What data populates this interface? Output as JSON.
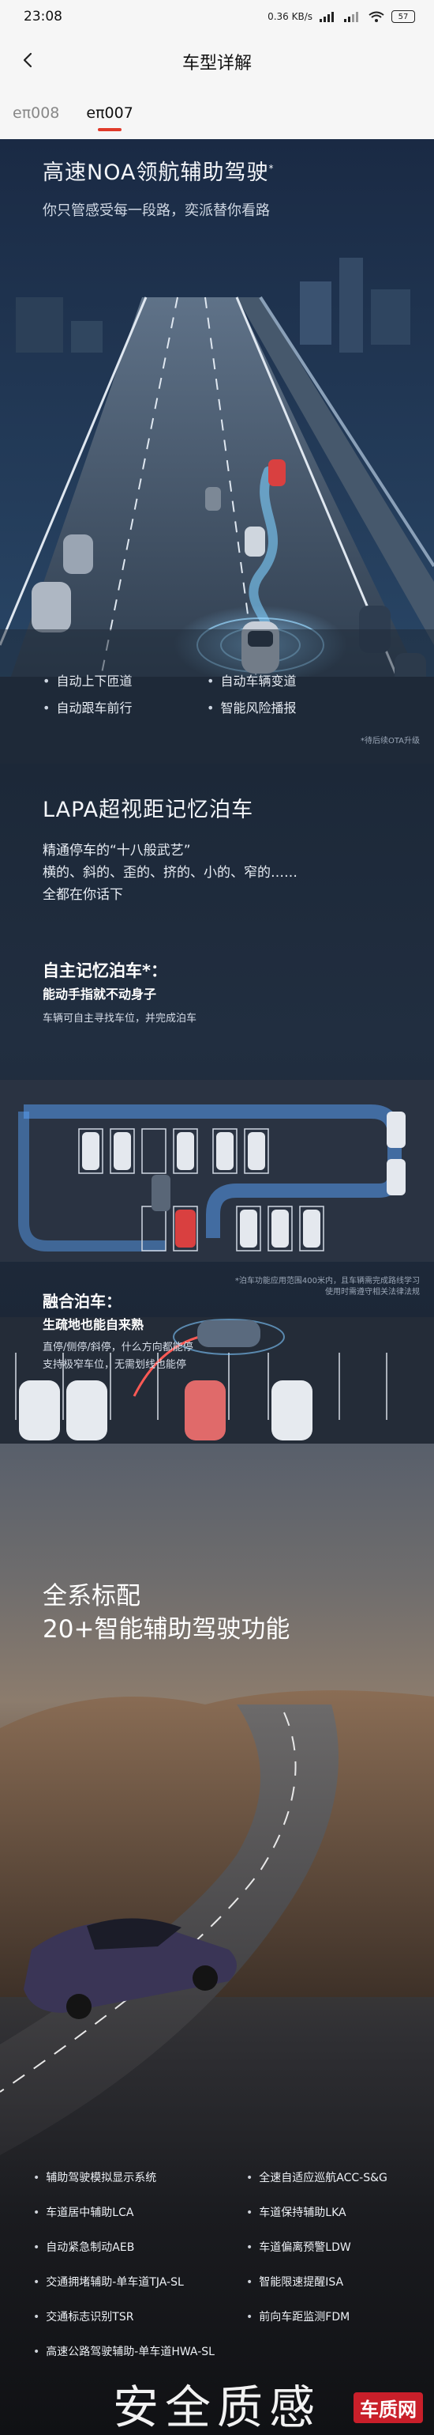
{
  "status": {
    "time": "23:08",
    "net_speed": "0.36 KB/s",
    "battery": "57"
  },
  "nav": {
    "title": "车型详解"
  },
  "tabs": [
    {
      "label": "eπ008"
    },
    {
      "label": "eπ007"
    }
  ],
  "noa": {
    "title": "高速NOA领航辅助驾驶",
    "title_mark": "*",
    "subtitle": "你只管感受每一段路，奕派替你看路",
    "features": [
      "自动上下匝道",
      "自动车辆变道",
      "自动跟车前行",
      "智能风险播报"
    ],
    "footnote": "*待后续OTA升级"
  },
  "lapa": {
    "title": "LAPA超视距记忆泊车",
    "intro_lines": [
      "精通停车的“十八般武艺”",
      "横的、斜的、歪的、挤的、小的、窄的……",
      "全都在你话下"
    ],
    "memory": {
      "title": "自主记忆泊车*：",
      "subtitle": "能动手指就不动身子",
      "desc": "车辆可自主寻找车位，并完成泊车",
      "note_lines": [
        "*泊车功能应用范围400米内，且车辆需完成路线学习",
        "使用时需遵守相关法律法规"
      ]
    },
    "fusion": {
      "title": "融合泊车：",
      "subtitle": "生疏地也能自来熟",
      "desc_lines": [
        "直停/侧停/斜停，什么方向都能停",
        "支持极窄车位，无需划线也能停"
      ]
    }
  },
  "adas": {
    "title_lines": [
      "全系标配",
      "20+智能辅助驾驶功能"
    ],
    "left_items": [
      "辅助驾驶模拟显示系统",
      "车道居中辅助LCA",
      "自动紧急制动AEB",
      "交通拥堵辅助-单车道TJA-SL",
      "交通标志识别TSR",
      "高速公路驾驶辅助-单车道HWA-SL"
    ],
    "right_items": [
      "全速自适应巡航ACC-S&G",
      "车道保持辅助LKA",
      "车道偏离预警LDW",
      "智能限速提醒ISA",
      "前向车距监测FDM"
    ]
  },
  "safety": {
    "title": "安全质感"
  },
  "watermark": {
    "text": "车质网"
  },
  "colors": {
    "accent": "#e03a2a",
    "brand_red": "#c91f2a"
  }
}
